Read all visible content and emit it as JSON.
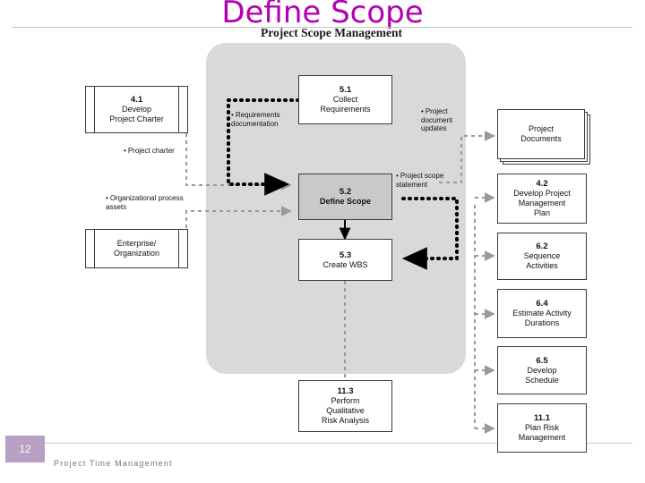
{
  "slide": {
    "title": "Define Scope",
    "page_number": "12",
    "footer": "Project Time Management",
    "accent_color": "#b300b3",
    "badge_color": "#b89fc4"
  },
  "diagram": {
    "title": "Project Scope Management",
    "panel_color": "#d9d9d9",
    "nodes": {
      "collect_requirements": {
        "num": "5.1",
        "name": "Collect\nRequirements"
      },
      "define_scope": {
        "num": "5.2",
        "name": "Define Scope"
      },
      "create_wbs": {
        "num": "5.3",
        "name": "Create WBS"
      },
      "develop_project_charter": {
        "num": "4.1",
        "name": "Develop\nProject Charter"
      },
      "enterprise_organization": {
        "num": "",
        "name": "Enterprise/\nOrganization"
      },
      "project_documents": {
        "num": "",
        "name": "Project\nDocuments"
      },
      "develop_pm_plan": {
        "num": "4.2",
        "name": "Develop Project\nManagement\nPlan"
      },
      "sequence_activities": {
        "num": "6.2",
        "name": "Sequence\nActivities"
      },
      "estimate_activity_durations": {
        "num": "6.4",
        "name": "Estimate Activity\nDurations"
      },
      "develop_schedule": {
        "num": "6.5",
        "name": "Develop\nSchedule"
      },
      "plan_risk_management": {
        "num": "11.1",
        "name": "Plan Risk\nManagement"
      },
      "perform_qualitative_risk_analysis": {
        "num": "11.3",
        "name": "Perform\nQualitative\nRisk Analysis"
      }
    },
    "flow_labels": {
      "requirements_documentation": "Requirements\ndocumentation",
      "project_charter": "Project charter",
      "organizational_process_assets": "Organizational process\nassets",
      "project_document_updates": "Project\ndocument\nupdates",
      "project_scope_statement": "Project scope\nstatement"
    },
    "bullet": "•"
  }
}
